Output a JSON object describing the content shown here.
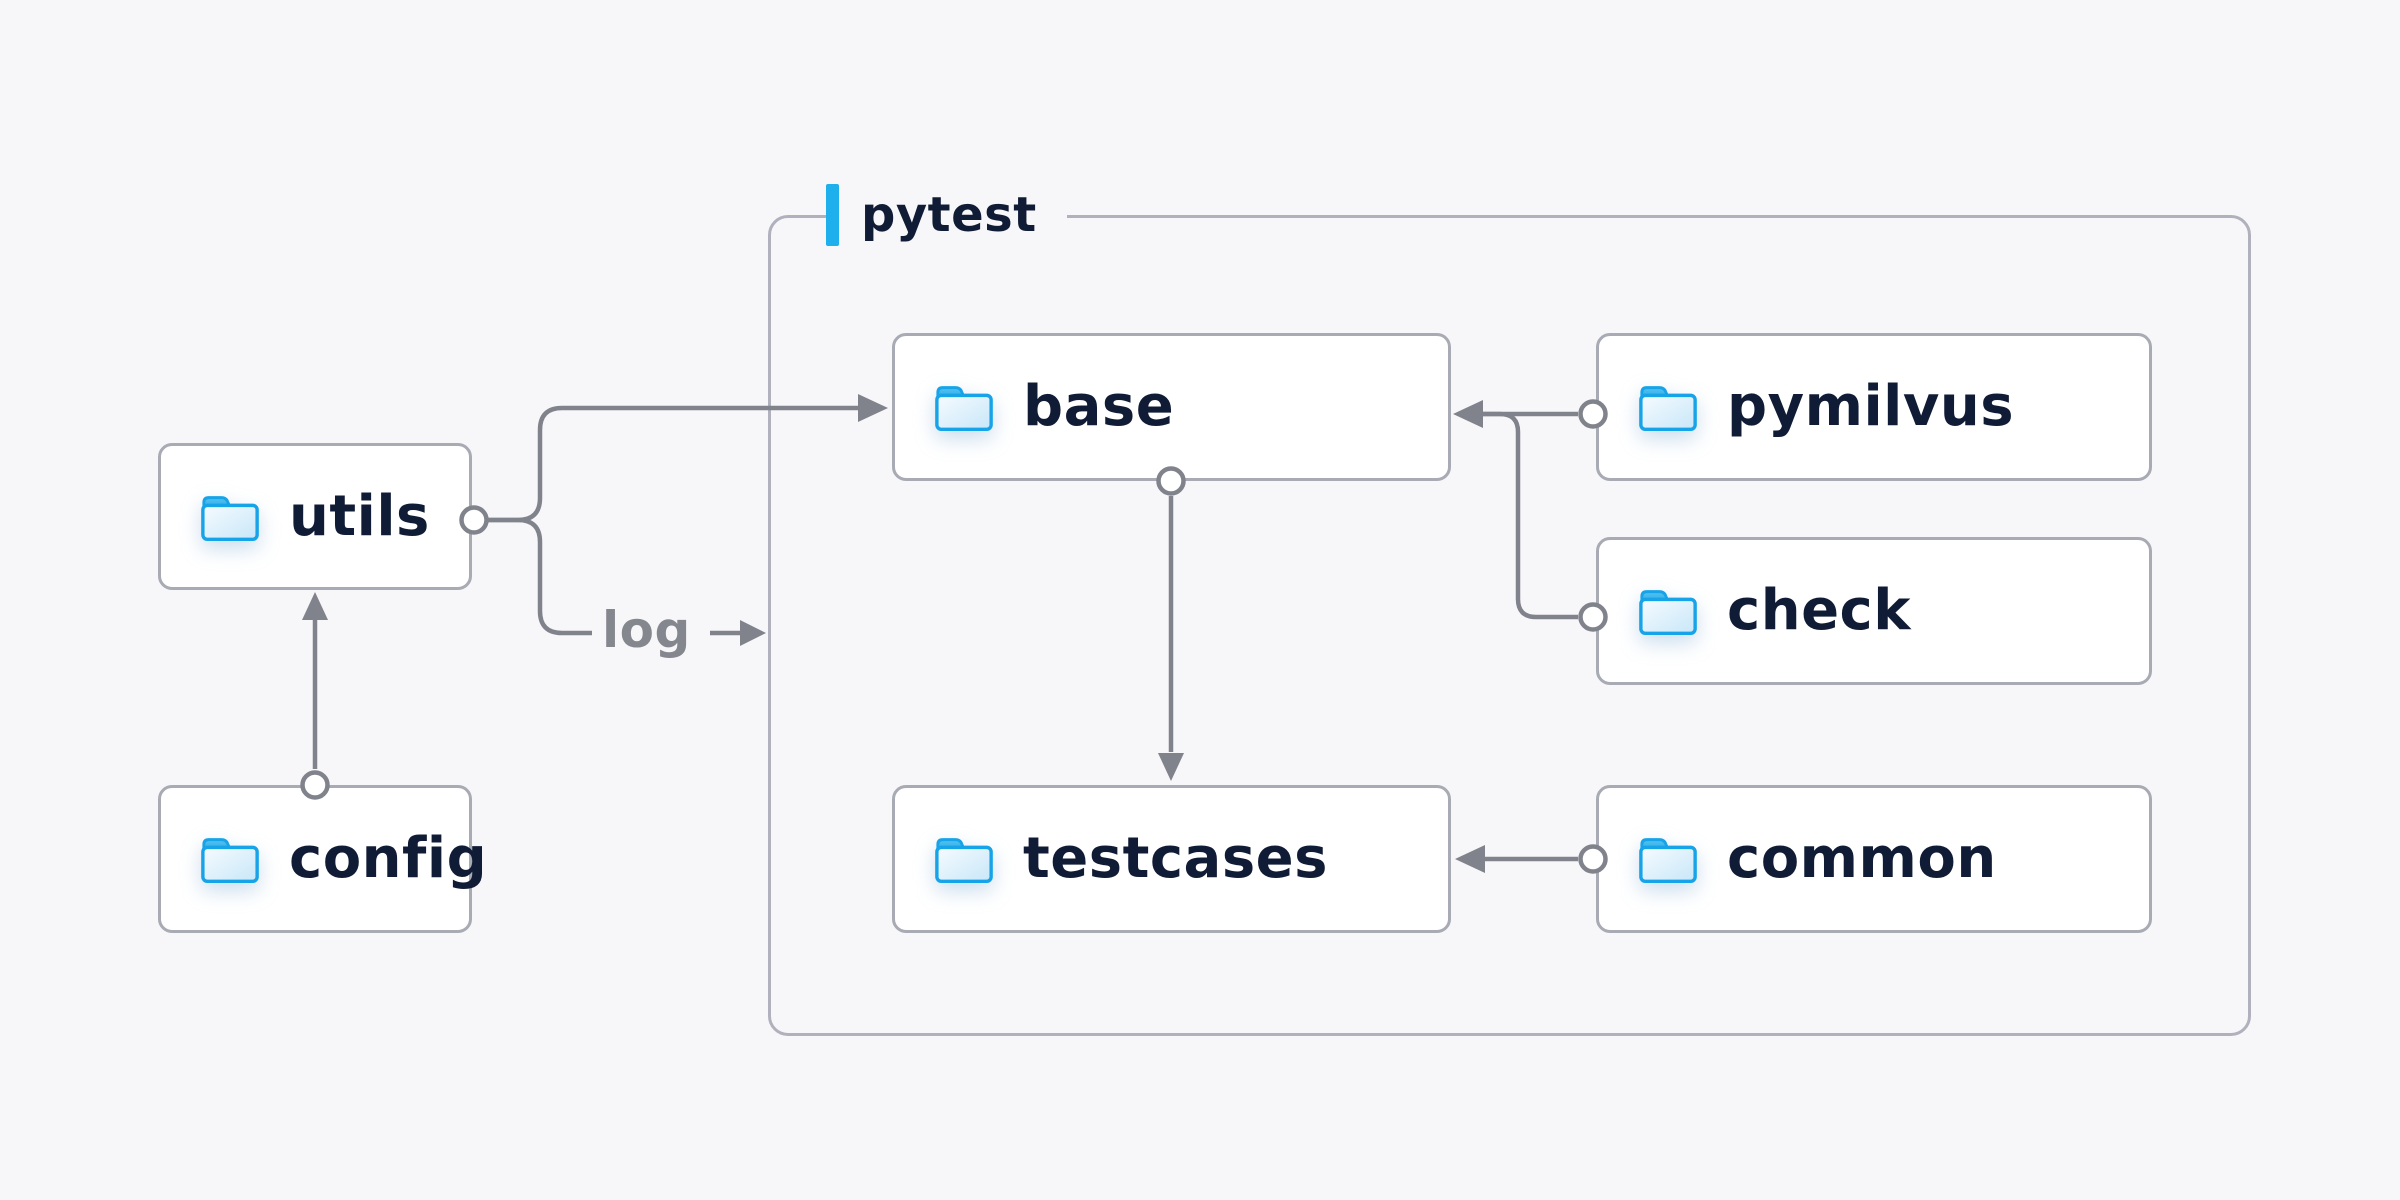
{
  "diagram": {
    "group": {
      "label": "pytest"
    },
    "nodes": [
      {
        "id": "utils",
        "label": "utils"
      },
      {
        "id": "config",
        "label": "config"
      },
      {
        "id": "base",
        "label": "base"
      },
      {
        "id": "pymilvus",
        "label": "pymilvus"
      },
      {
        "id": "check",
        "label": "check"
      },
      {
        "id": "testcases",
        "label": "testcases"
      },
      {
        "id": "common",
        "label": "common"
      }
    ],
    "edge_label": "log",
    "edges": [
      {
        "from": "config",
        "to": "utils"
      },
      {
        "from": "utils",
        "to": "base"
      },
      {
        "from": "utils",
        "to": "log"
      },
      {
        "from": "base",
        "to": "testcases"
      },
      {
        "from": "pymilvus",
        "to": "base"
      },
      {
        "from": "check",
        "to": "base"
      },
      {
        "from": "common",
        "to": "testcases"
      }
    ],
    "colors": {
      "background": "#f7f7f9",
      "accent_blue": "#1db0ec",
      "folder_blue": "#17a3e8",
      "edge_gray": "#81838c",
      "text_navy": "#101c36",
      "label_gray": "#85878f",
      "node_border": "#a8aab4",
      "group_border": "#b0b1bd"
    }
  }
}
